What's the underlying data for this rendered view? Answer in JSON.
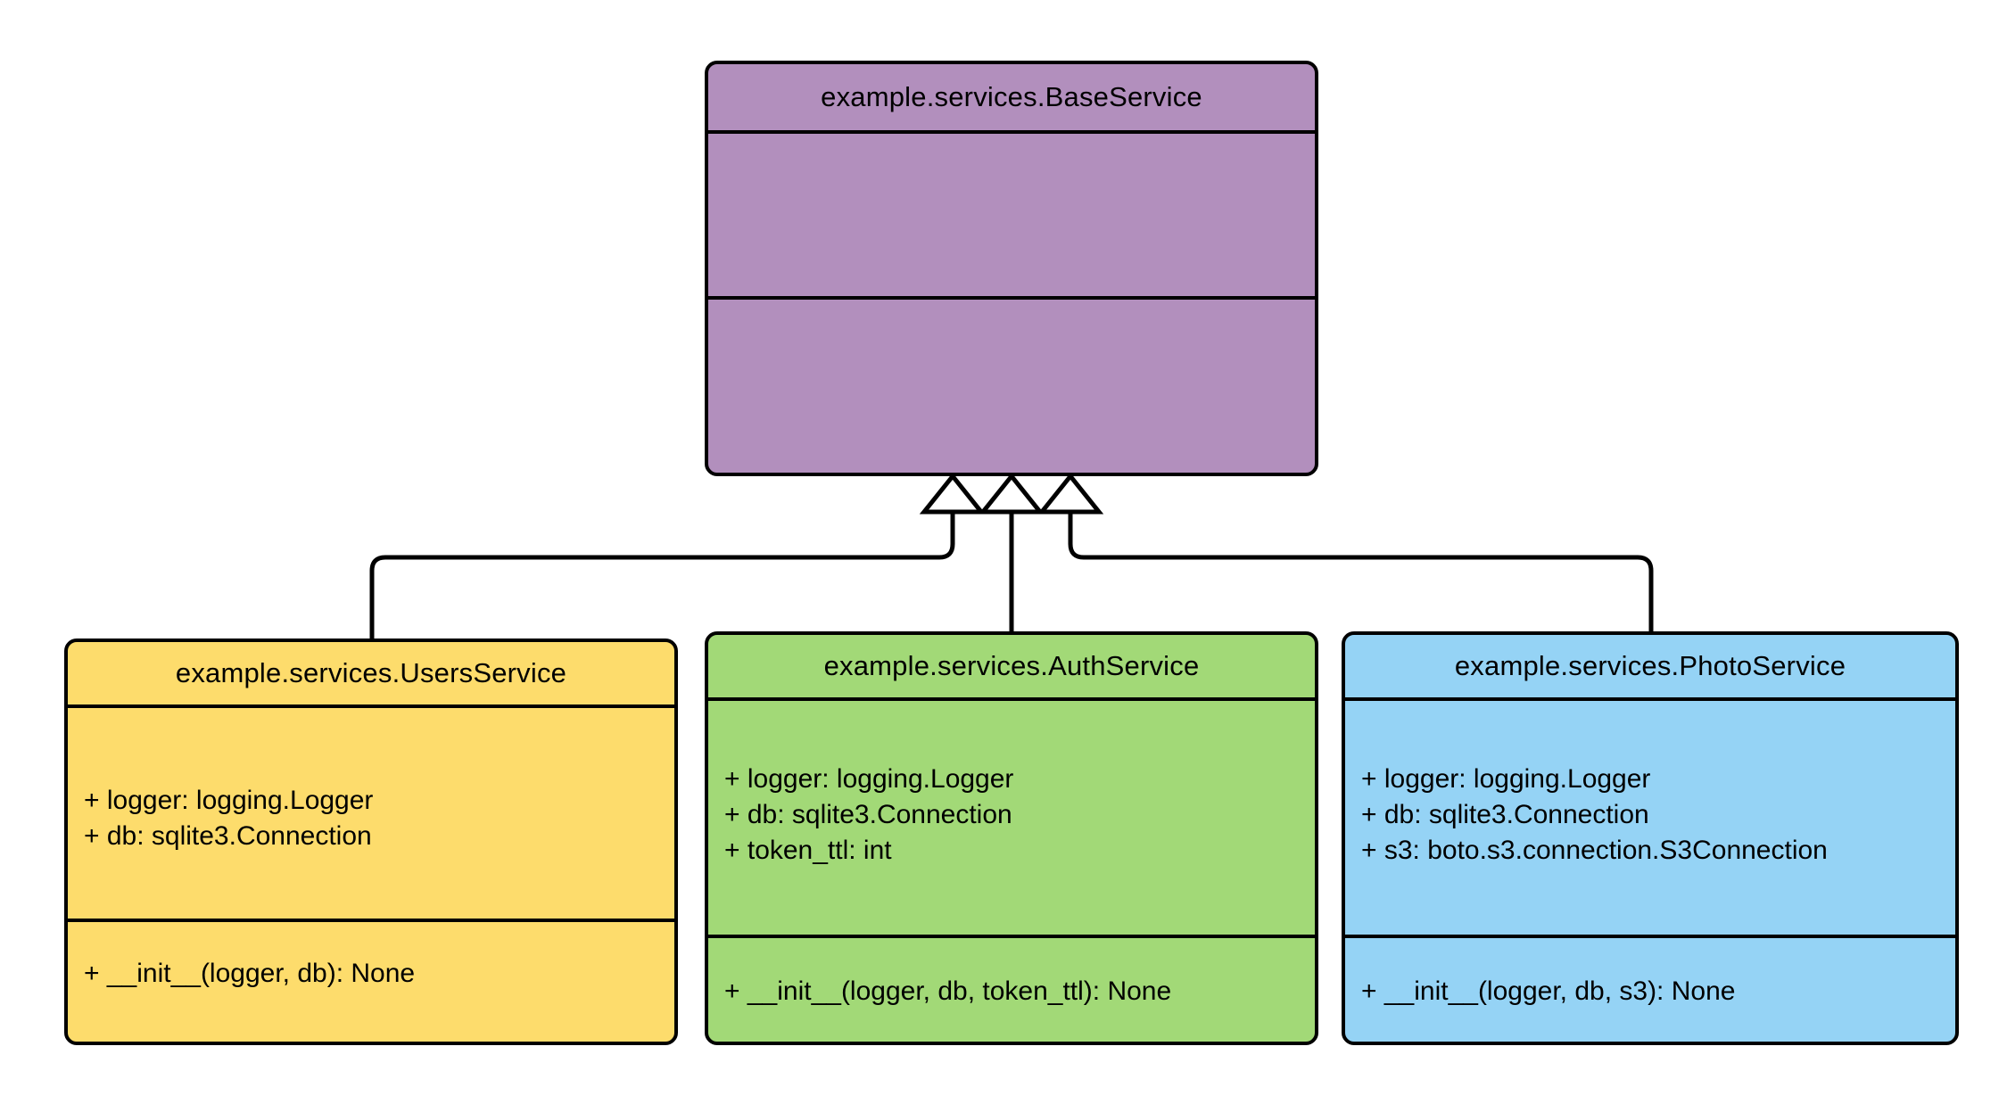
{
  "diagram": {
    "type": "uml-class-diagram",
    "notation": "generalization",
    "background_color": "#ffffff",
    "line_color": "#000000"
  },
  "classes": {
    "base": {
      "name": "example.services.BaseService",
      "fill_color": "#b28fbd",
      "attributes": [],
      "methods": []
    },
    "users": {
      "name": "example.services.UsersService",
      "fill_color": "#fddc6c",
      "attributes": [
        "+ logger: logging.Logger",
        "+ db: sqlite3.Connection"
      ],
      "methods": [
        "+ __init__(logger, db): None"
      ]
    },
    "auth": {
      "name": "example.services.AuthService",
      "fill_color": "#a2d977",
      "attributes": [
        "+ logger: logging.Logger",
        "+ db: sqlite3.Connection",
        "+ token_ttl: int"
      ],
      "methods": [
        "+ __init__(logger, db, token_ttl): None"
      ]
    },
    "photo": {
      "name": "example.services.PhotoService",
      "fill_color": "#95d3f5",
      "attributes": [
        "+ logger: logging.Logger",
        "+ db: sqlite3.Connection",
        "+ s3: boto.s3.connection.S3Connection"
      ],
      "methods": [
        "+ __init__(logger, db, s3): None"
      ]
    }
  },
  "relationships": [
    {
      "kind": "generalization",
      "from": "example.services.UsersService",
      "to": "example.services.BaseService"
    },
    {
      "kind": "generalization",
      "from": "example.services.AuthService",
      "to": "example.services.BaseService"
    },
    {
      "kind": "generalization",
      "from": "example.services.PhotoService",
      "to": "example.services.BaseService"
    }
  ]
}
